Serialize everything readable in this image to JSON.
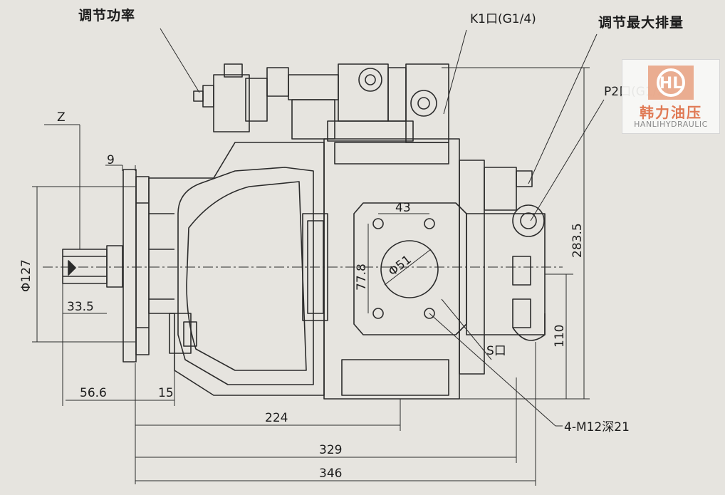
{
  "callouts": {
    "power_adjust": "调节功率",
    "k1_port": "K1口(G1/4)",
    "max_displacement_adjust": "调节最大排量",
    "p2_port": "P2口(G1/2)",
    "s_port": "S口",
    "mount_holes": "4-M12深21"
  },
  "dimensions": {
    "z": "Z",
    "d9": "9",
    "phi127": "Φ127",
    "d33_5": "33.5",
    "d56_6": "56.6",
    "d15": "15",
    "d224": "224",
    "d329": "329",
    "d346": "346",
    "d43": "43",
    "d77_8": "77.8",
    "phi51": "Φ51",
    "d283_5": "283.5",
    "d110": "110"
  },
  "logo": {
    "name_cn": "韩力油压",
    "name_en": "HANLIHYDRAULIC",
    "mark": "HL"
  },
  "colors": {
    "line": "#2b2b2b",
    "background": "#e6e4df",
    "logo_accent": "#e07a55"
  }
}
